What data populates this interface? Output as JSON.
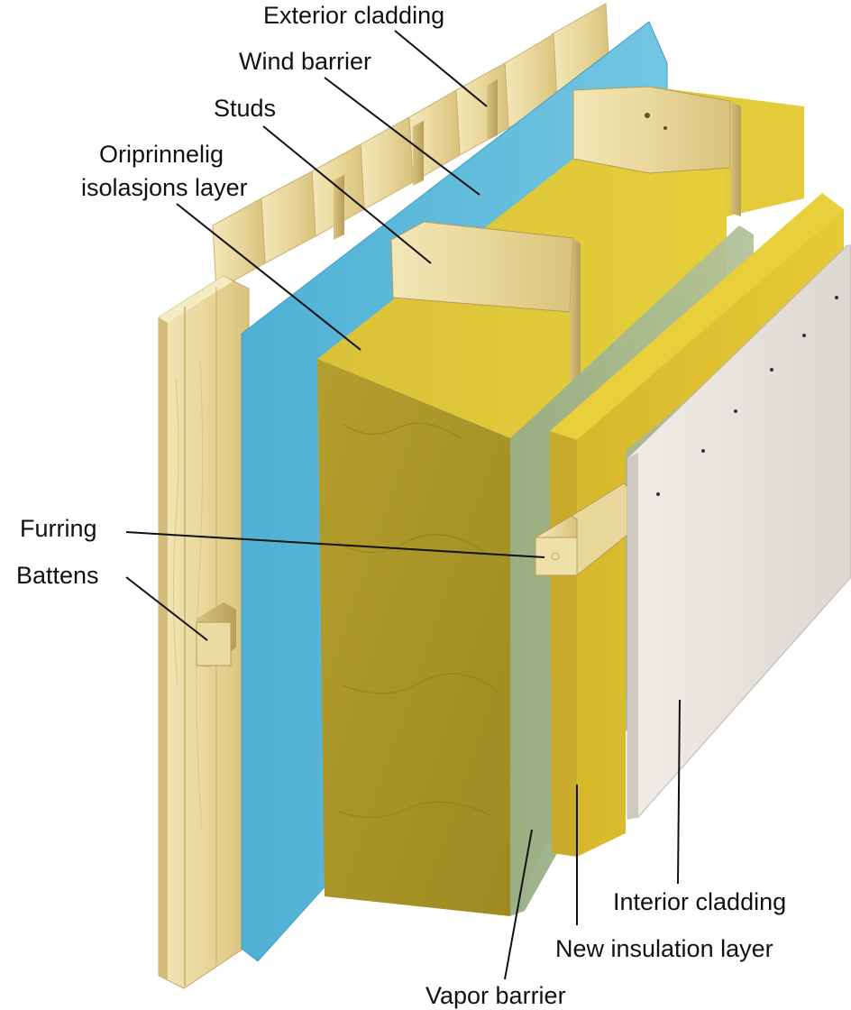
{
  "labels": {
    "exterior_cladding": "Exterior cladding",
    "wind_barrier": "Wind barrier",
    "studs": "Studs",
    "original_insulation_line1": "Oriprinnelig",
    "original_insulation_line2": "isolasjons layer",
    "furring": "Furring",
    "battens": "Battens",
    "interior_cladding": "Interior cladding",
    "new_insulation_layer": "New insulation layer",
    "vapor_barrier": "Vapor barrier"
  },
  "colors": {
    "background": "#ffffff",
    "wood": "#e8d9a0",
    "wind_barrier": "#5bb8d8",
    "insulation": "#c9b434",
    "insulation_bright": "#e7cf34",
    "vapor_barrier": "#9fb58a",
    "interior_cladding": "#e6e2dc",
    "leader_line": "#111111"
  }
}
